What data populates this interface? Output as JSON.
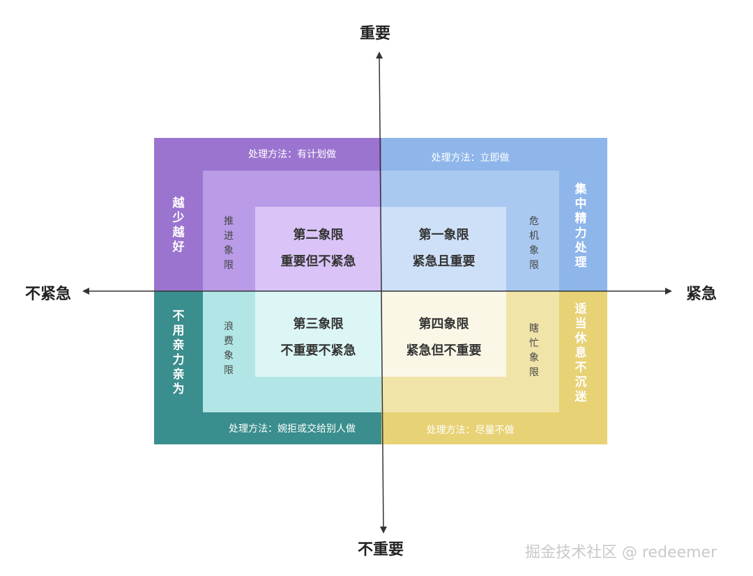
{
  "axes": {
    "top": "重要",
    "bottom": "不重要",
    "left": "不紧急",
    "right": "紧急"
  },
  "colors": {
    "q2_outer": "#9b74cf",
    "q2_mid": "#b99be8",
    "q2_inner": "#dac4f7",
    "q1_outer": "#8eb6ea",
    "q1_mid": "#a9c9f1",
    "q1_inner": "#cde0f7",
    "q3_outer": "#3a8e8d",
    "q3_mid": "#b2e6e6",
    "q3_inner": "#dcf6f6",
    "q4_outer": "#e8d276",
    "q4_mid": "#f1e4a9",
    "q4_inner": "#fbf7e7"
  },
  "quadrants": {
    "q2": {
      "method": "处理方法：有计划做",
      "strategy": "越少越好",
      "mid_label": "推进象限",
      "title": "第二象限",
      "subtitle": "重要但不紧急"
    },
    "q1": {
      "method": "处理方法：立即做",
      "strategy": "集中精力处理",
      "mid_label": "危机象限",
      "title": "第一象限",
      "subtitle": "紧急且重要"
    },
    "q3": {
      "method": "处理方法：婉拒或交给别人做",
      "strategy": "不用亲力亲为",
      "mid_label": "浪费象限",
      "title": "第三象限",
      "subtitle": "不重要不紧急"
    },
    "q4": {
      "method": "处理方法：尽量不做",
      "strategy": "适当休息不沉迷",
      "mid_label": "瞎忙象限",
      "title": "第四象限",
      "subtitle": "紧急但不重要"
    }
  },
  "watermark": "掘金技术社区 @ redeemer"
}
